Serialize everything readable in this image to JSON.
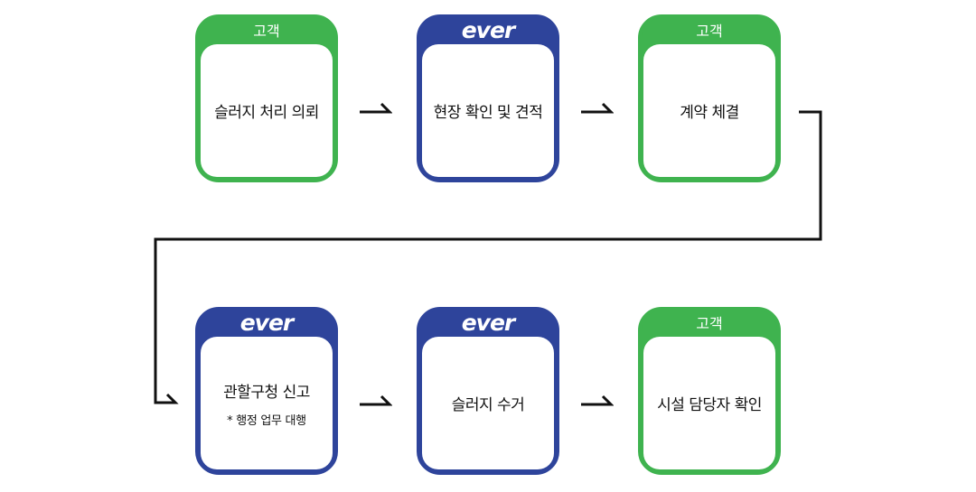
{
  "steps": [
    {
      "header": "고객",
      "label": "슬러지 처리 의뢰",
      "note": ""
    },
    {
      "header": "ever",
      "label": "현장 확인 및 견적",
      "note": ""
    },
    {
      "header": "고객",
      "label": "계약 체결",
      "note": ""
    },
    {
      "header": "ever",
      "label": "관할구청 신고",
      "note": "* 행정 업무 대행"
    },
    {
      "header": "ever",
      "label": "슬러지 수거",
      "note": ""
    },
    {
      "header": "고객",
      "label": "시설 담당자 확인",
      "note": ""
    }
  ],
  "colors": {
    "customer": "#3fb34f",
    "ever": "#2e449b",
    "line": "#111111"
  }
}
